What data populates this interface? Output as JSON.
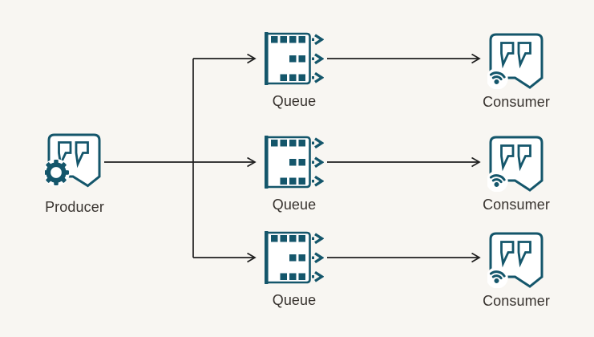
{
  "diagram": {
    "background_color": "#F8F6F2",
    "icon_color": "#14566B",
    "connector_color": "#1F1F1F",
    "label_color": "#38332F",
    "producer": {
      "label": "Producer"
    },
    "queues": [
      {
        "label": "Queue"
      },
      {
        "label": "Queue"
      },
      {
        "label": "Queue"
      }
    ],
    "consumers": [
      {
        "label": "Consumer"
      },
      {
        "label": "Consumer"
      },
      {
        "label": "Consumer"
      }
    ]
  }
}
